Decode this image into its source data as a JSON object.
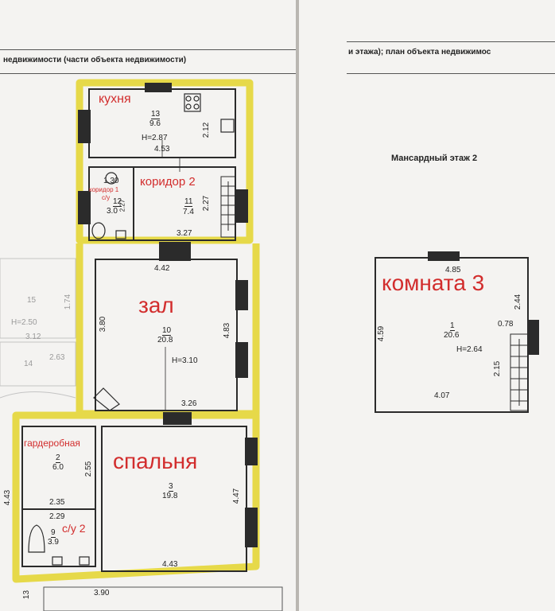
{
  "header_left": "недвижимости (части объекта недвижимости)",
  "header_right": "и этажа); план объекта недвижимос",
  "floor_title": "Мансардный этаж 2",
  "rooms": {
    "kitchen": {
      "label": "кухня",
      "number": "13",
      "area": "9.6",
      "height": "H=2.87",
      "width": "4.53",
      "depth": "2.12"
    },
    "corridor1": {
      "label": "коридор 1",
      "sub": "с/у",
      "number": "12",
      "area": "3.0",
      "width": "1.30",
      "depth": "2.27"
    },
    "corridor2": {
      "label": "коридор 2",
      "number": "11",
      "area": "7.4",
      "width": "3.27",
      "depth": "2.27"
    },
    "hall": {
      "label": "зал",
      "number": "10",
      "area": "20.8",
      "height": "H=3.10",
      "top": "4.42",
      "bottom": "3.26",
      "left": "3.80",
      "right": "4.83"
    },
    "wardrobe": {
      "label": "гардеробная",
      "number": "2",
      "area": "6.0",
      "width": "2.35",
      "depth": "2.55"
    },
    "bathroom2": {
      "label": "с/у 2",
      "number": "9",
      "area": "3.9",
      "width": "2.29"
    },
    "bedroom": {
      "label": "спальня",
      "number": "3",
      "area": "19.8",
      "width": "4.43",
      "depth": "4.47"
    },
    "room3": {
      "label": "комната 3",
      "number": "1",
      "area": "20.6",
      "height": "H=2.64",
      "top": "4.85",
      "bottom": "4.07",
      "left": "4.59",
      "right_upper": "2.44",
      "right_lower": "2.15",
      "step": "0.78"
    }
  },
  "edge_values": {
    "bottom": "3.90",
    "left_side": "4.43",
    "left_bottom": "13"
  },
  "faint_left": {
    "num1": "15",
    "h": "H=2.50",
    "w": "3.12",
    "num2": "14",
    "w2": "2.63",
    "side": "1.74"
  },
  "colors": {
    "highlight": "#e6d949",
    "red_label": "#d22d2d",
    "wall": "#2b2b2b",
    "paper": "#f4f3f1"
  }
}
